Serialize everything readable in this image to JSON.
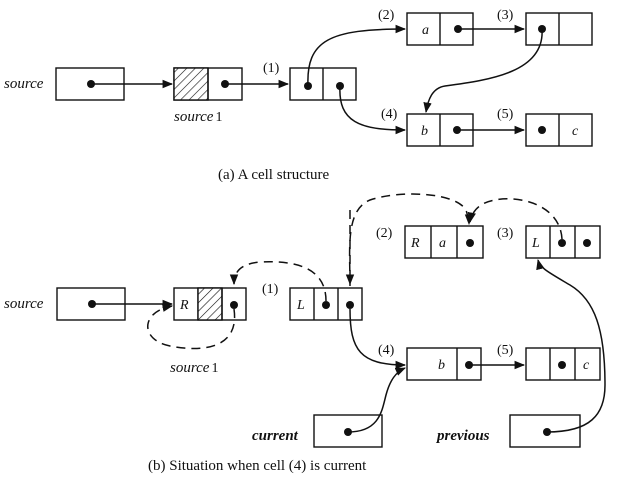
{
  "diagram_a": {
    "source_label": "source",
    "source1_label": "source",
    "source1_suffix": "1",
    "cell_labels": [
      "(1)",
      "(2)",
      "(3)",
      "(4)",
      "(5)"
    ],
    "cell_values": {
      "a": "a",
      "b": "b",
      "c": "c"
    },
    "caption": "(a)  A cell structure"
  },
  "diagram_b": {
    "source_label": "source",
    "source1_label": "source",
    "source1_suffix": "1",
    "cell_labels": [
      "(1)",
      "(2)",
      "(3)",
      "(4)",
      "(5)"
    ],
    "tags": {
      "R": "R",
      "L": "L"
    },
    "cell_values": {
      "a": "a",
      "b": "b",
      "c": "c"
    },
    "current_label": "current",
    "previous_label": "previous",
    "caption": "(b)  Situation when cell (4) is current"
  }
}
